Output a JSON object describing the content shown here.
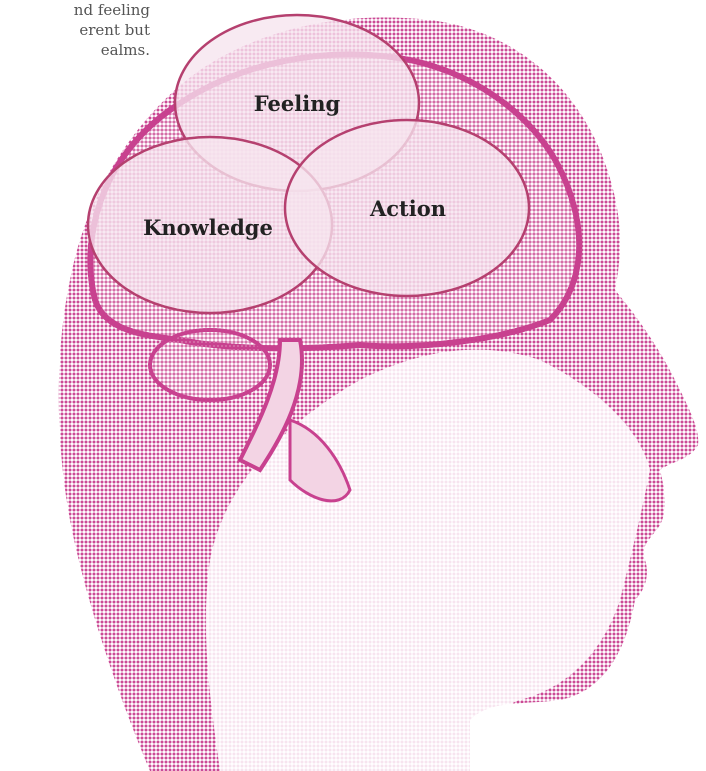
{
  "caption": {
    "lines": [
      "nd feeling",
      "erent but",
      "ealms."
    ]
  },
  "regions": {
    "feeling": "Feeling",
    "knowledge": "Knowledge",
    "action": "Action"
  },
  "colors": {
    "magenta": "#c8418f",
    "magenta_light": "#e6a6c8",
    "overlay": "#f6e4ee",
    "outline": "#b5406f",
    "label_text": "#222222"
  }
}
